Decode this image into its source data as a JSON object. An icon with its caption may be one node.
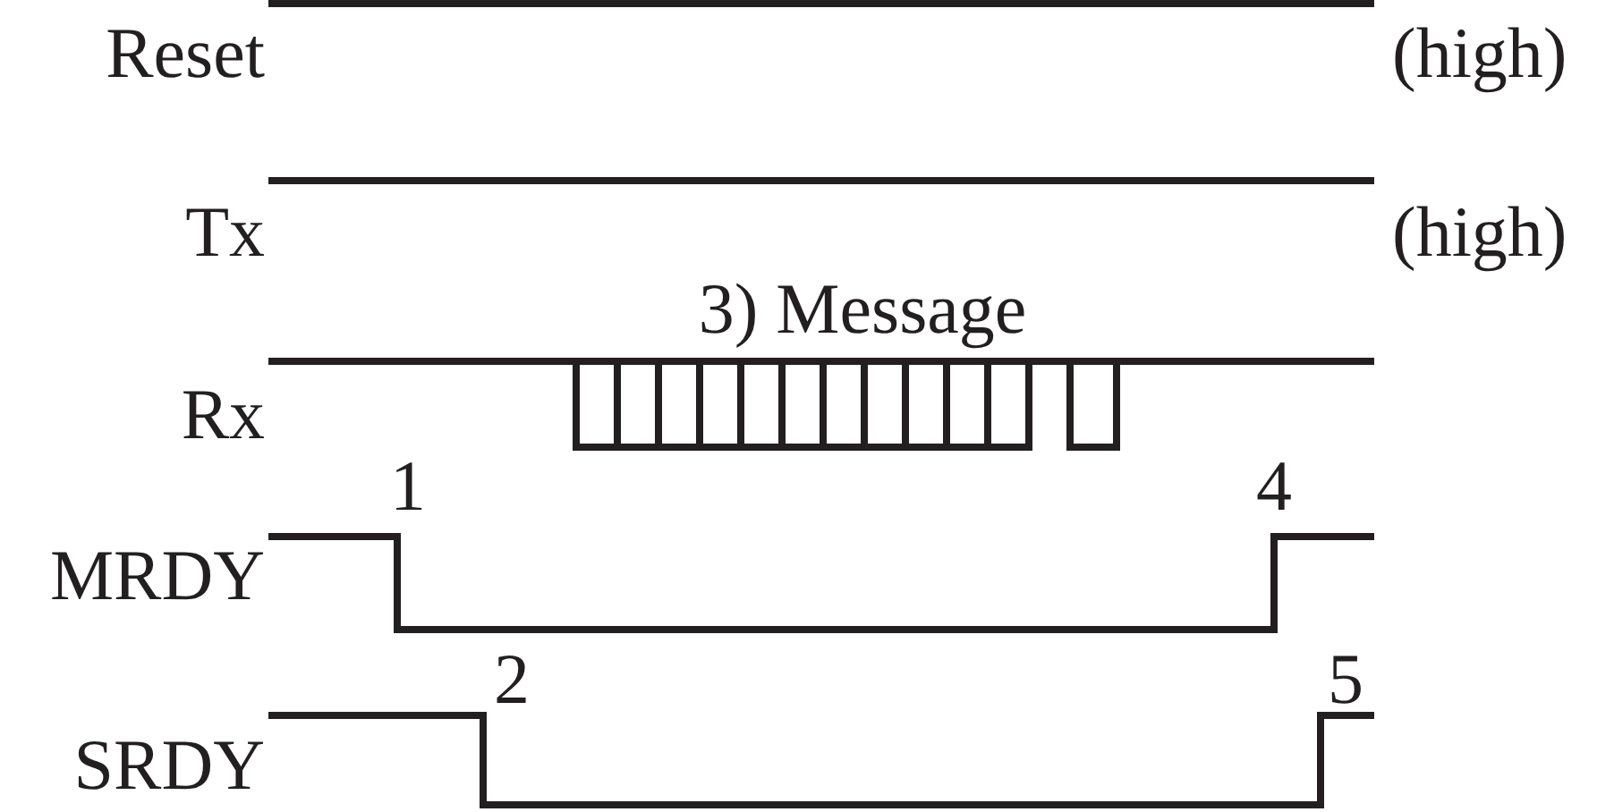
{
  "diagram": {
    "labels": [
      "Reset",
      "(high)",
      "Tx",
      "(high)",
      "3) Message",
      "Rx",
      "1",
      "4",
      "MRDY",
      "2",
      "5",
      "SRDY"
    ]
  }
}
